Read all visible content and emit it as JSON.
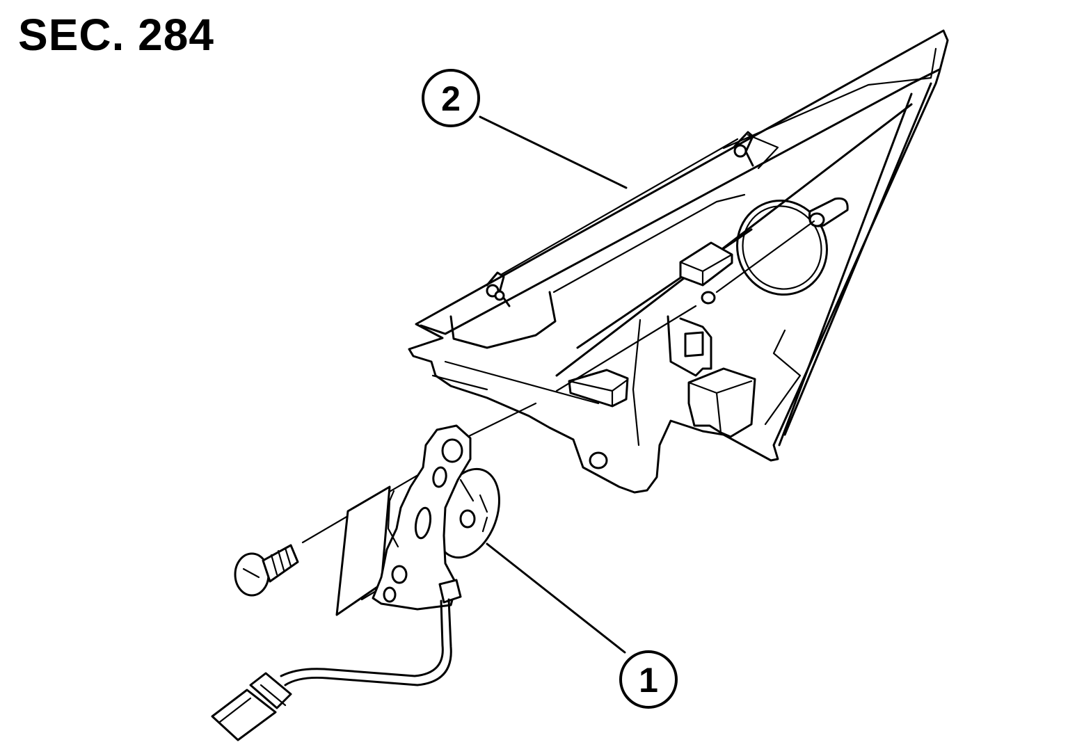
{
  "header": {
    "section_label": "SEC. 284"
  },
  "callouts": [
    {
      "id": 1,
      "label": "1"
    },
    {
      "id": 2,
      "label": "2"
    }
  ],
  "colors": {
    "line": "#000000",
    "background": "#ffffff"
  }
}
